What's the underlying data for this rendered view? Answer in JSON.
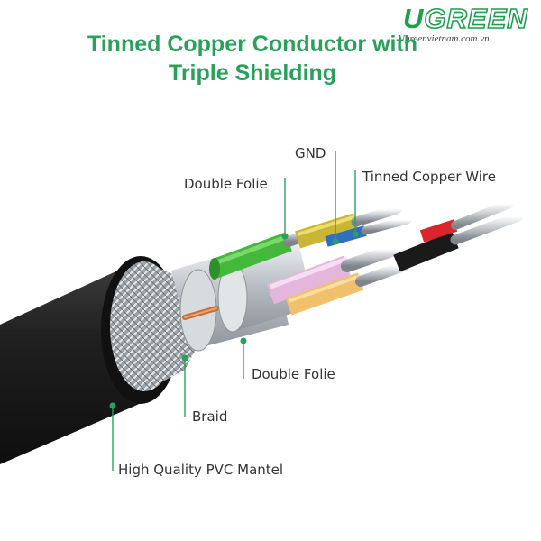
{
  "header": {
    "title_line1": "Tinned Copper Conductor with",
    "title_line2": "Triple Shielding"
  },
  "logo": {
    "brand_u": "U",
    "brand_rest": "GREEN",
    "website": "Ugreenvietnam.com.vn"
  },
  "callouts": {
    "gnd": "GND",
    "tinned_copper_wire": "Tinned Copper Wire",
    "double_folie_top": "Double Folie",
    "double_folie_bottom": "Double Folie",
    "braid": "Braid",
    "pvc_mantel": "High Quality PVC Mantel"
  },
  "colors": {
    "title_green": "#2aa15a",
    "brand_green": "#1e9e4f",
    "callout_line": "#2aa15a",
    "jacket": "#1b1b1b",
    "wire_green": "#43b83a",
    "wire_yellow": "#c9b636",
    "wire_blue": "#2f6fc2",
    "wire_pink": "#e4b6dc",
    "wire_orange": "#f0c06a",
    "wire_red": "#d8262a",
    "wire_black": "#1a1a1a",
    "foil_silver": "#c8ccd0"
  }
}
